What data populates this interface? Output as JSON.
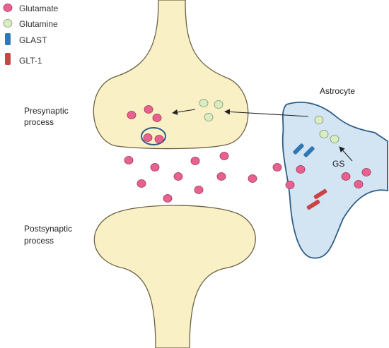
{
  "legend": {
    "items": [
      {
        "label": "Glutamate",
        "icon": "glutamate-dot"
      },
      {
        "label": "Glutamine",
        "icon": "glutamine-dot"
      },
      {
        "label": "GLAST",
        "icon": "glast-transporter"
      },
      {
        "label": "GLT-1",
        "icon": "glt1-transporter"
      }
    ]
  },
  "labels": {
    "presynaptic_line1": "Presynaptic",
    "presynaptic_line2": "process",
    "postsynaptic_line1": "Postsynaptic",
    "postsynaptic_line2": "process",
    "astrocyte": "Astrocyte",
    "gs": "GS"
  },
  "colors": {
    "glutamate_fill": "#e8628f",
    "glutamate_stroke": "#a0305a",
    "glutamine_fill": "#d9ecc4",
    "glutamine_stroke": "#7c9466",
    "neuron_fill": "#faf0c6",
    "neuron_stroke": "#6b6142",
    "astrocyte_fill": "#d3e4f3",
    "astrocyte_stroke": "#2e5d86",
    "glast": "#2f78b4",
    "glt1": "#c94444",
    "vesicle_stroke": "#2e5d86"
  }
}
